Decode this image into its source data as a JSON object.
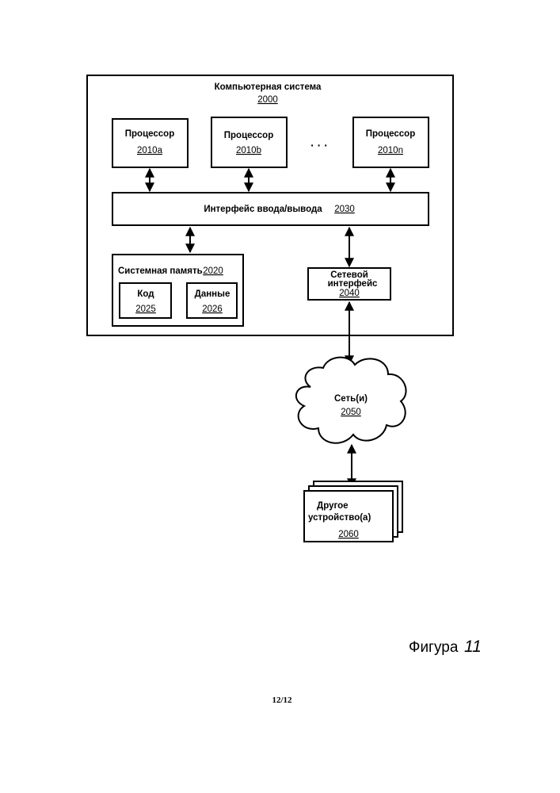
{
  "computer_system": {
    "label": "Компьютерная система",
    "ref": "2000"
  },
  "processors": [
    {
      "label": "Процессор",
      "ref": "2010a"
    },
    {
      "label": "Процессор",
      "ref": "2010b"
    },
    {
      "label": "Процессор",
      "ref": "2010n"
    }
  ],
  "ellipsis": "· · ·",
  "io_interface": {
    "label": "Интерфейс ввода/вывода",
    "ref": "2030"
  },
  "system_memory": {
    "label": "Системная память",
    "ref": "2020"
  },
  "code": {
    "label": "Код",
    "ref": "2025"
  },
  "data": {
    "label": "Данные",
    "ref": "2026"
  },
  "network_interface": {
    "label_line1": "Сетевой",
    "label_line2": "интерфейс",
    "ref": "2040"
  },
  "networks": {
    "label": "Сеть(и)",
    "ref": "2050"
  },
  "other_devices": {
    "label_line1": "Другое",
    "label_line2": "устройство(а)",
    "ref": "2060"
  },
  "figure": {
    "label": "Фигура",
    "number": "11"
  },
  "page_number": "12/12"
}
